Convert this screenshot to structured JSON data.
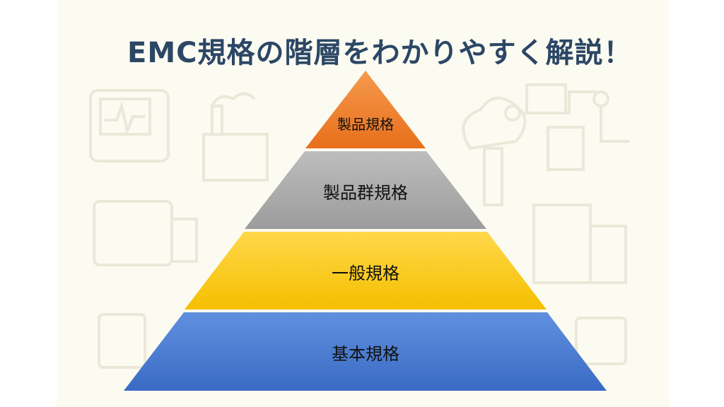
{
  "title": "EMC規格の階層をわかりやすく解説！",
  "pyramid": {
    "levels": [
      {
        "label": "製品規格",
        "color": "#ee7a2a"
      },
      {
        "label": "製品群規格",
        "color": "#a9a9a9"
      },
      {
        "label": "一般規格",
        "color": "#fdc90a"
      },
      {
        "label": "基本規格",
        "color": "#4a7bd0"
      }
    ]
  }
}
